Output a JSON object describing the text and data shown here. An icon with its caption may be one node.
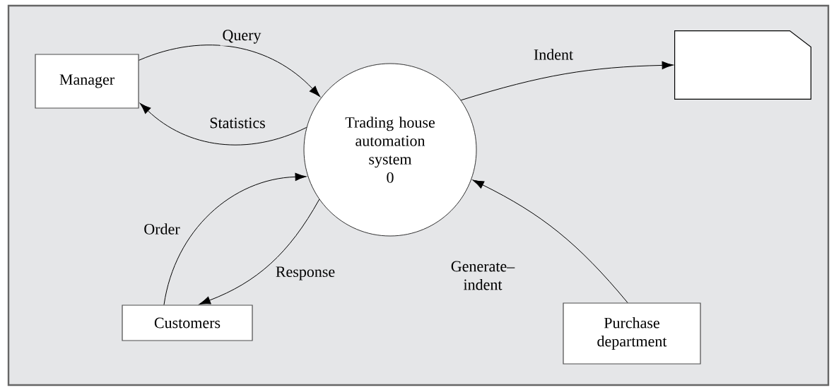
{
  "diagram": {
    "nodes": [
      {
        "text": [
          "Manager"
        ]
      },
      {
        "text": [
          "Trading house automation system",
          "0"
        ]
      },
      {
        "text": [],
        "shape": "box"
      },
      {
        "text": [
          "Customers"
        ]
      },
      {
        "text": [
          "Purchase department"
        ]
      }
    ],
    "edges": [
      {
        "from": 0,
        "to": 1,
        "arrow": "to",
        "label": "Query"
      },
      {
        "from": 1,
        "to": 0,
        "arrow": "to",
        "label": "Statistics"
      },
      {
        "from": 1,
        "to": 2,
        "arrow": "to",
        "label": "Indent"
      },
      {
        "from": 3,
        "to": 1,
        "arrow": "to",
        "label": "Order"
      },
      {
        "from": 1,
        "to": 3,
        "arrow": "to",
        "label": "Response"
      },
      {
        "from": 4,
        "to": 1,
        "arrow": "to",
        "label": "Generate– indent"
      }
    ]
  }
}
